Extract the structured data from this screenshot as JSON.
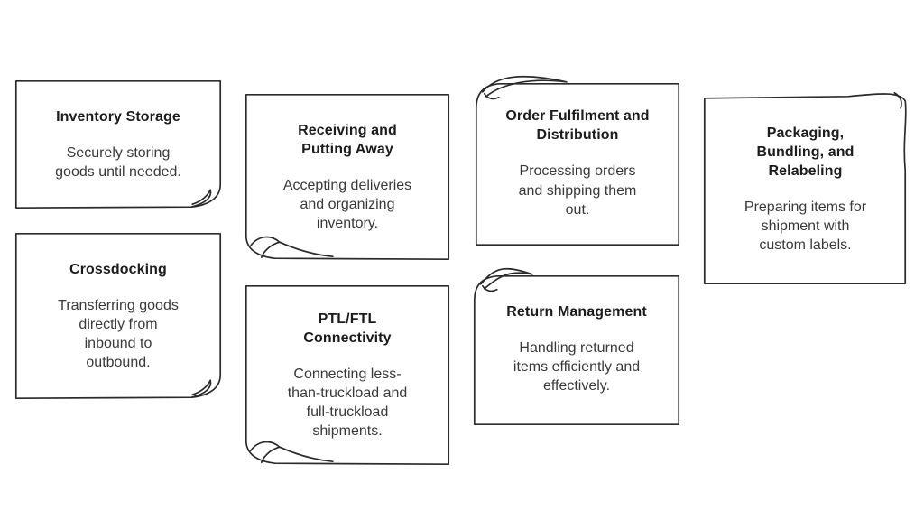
{
  "colors": {
    "background": "#ffffff",
    "stroke": "#2b2b2b",
    "title_text": "#1c1c1c",
    "body_text": "#3a3a3a"
  },
  "cards": [
    {
      "title": "Inventory Storage",
      "body": [
        "Securely storing",
        "goods until needed."
      ]
    },
    {
      "title": [
        "Receiving and",
        "Putting Away"
      ],
      "body": [
        "Accepting deliveries",
        "and organizing",
        "inventory."
      ]
    },
    {
      "title": [
        "Order Fulfilment and",
        "Distribution"
      ],
      "body": [
        "Processing orders",
        "and shipping them",
        "out."
      ]
    },
    {
      "title": [
        "Packaging,",
        "Bundling, and",
        "Relabeling"
      ],
      "body": [
        "Preparing items for",
        "shipment with",
        "custom labels."
      ]
    },
    {
      "title": "Crossdocking",
      "body": [
        "Transferring goods",
        "directly from",
        "inbound to",
        "outbound."
      ]
    },
    {
      "title": [
        "PTL/FTL",
        "Connectivity"
      ],
      "body": [
        "Connecting less-",
        "than-truckload and",
        "full-truckload",
        "shipments."
      ]
    },
    {
      "title": "Return Management",
      "body": [
        "Handling returned",
        "items efficiently and",
        "effectively."
      ]
    }
  ]
}
